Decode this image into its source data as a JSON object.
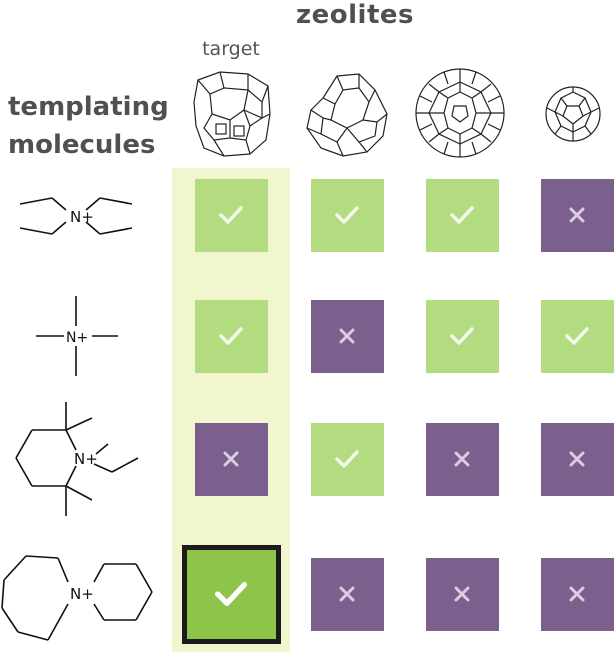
{
  "header": {
    "zeolites_title": "zeolites",
    "target_label": "target",
    "templating_title_line1": "templating",
    "templating_title_line2": "molecules"
  },
  "molecule_labels": {
    "m1": "N+",
    "m2": "N+",
    "m3": "N+",
    "m4": "N+"
  },
  "zeolite_icons": [
    "target-zeolite-cage-icon",
    "zeolite-cage-2-icon",
    "zeolite-cage-3-icon",
    "zeolite-cage-4-icon"
  ],
  "grid": {
    "rows": [
      [
        "yes",
        "yes",
        "yes",
        "no"
      ],
      [
        "yes",
        "no",
        "yes",
        "yes"
      ],
      [
        "no",
        "yes",
        "no",
        "no"
      ],
      [
        "yes",
        "no",
        "no",
        "no"
      ]
    ],
    "highlighted_cell": {
      "row": 4,
      "column": 1
    }
  },
  "colors": {
    "match_green": "#b3dc80",
    "highlight_green": "#8ec449",
    "no_match_purple": "#7b5f8c",
    "target_column_bg": "#f1f6cf"
  }
}
